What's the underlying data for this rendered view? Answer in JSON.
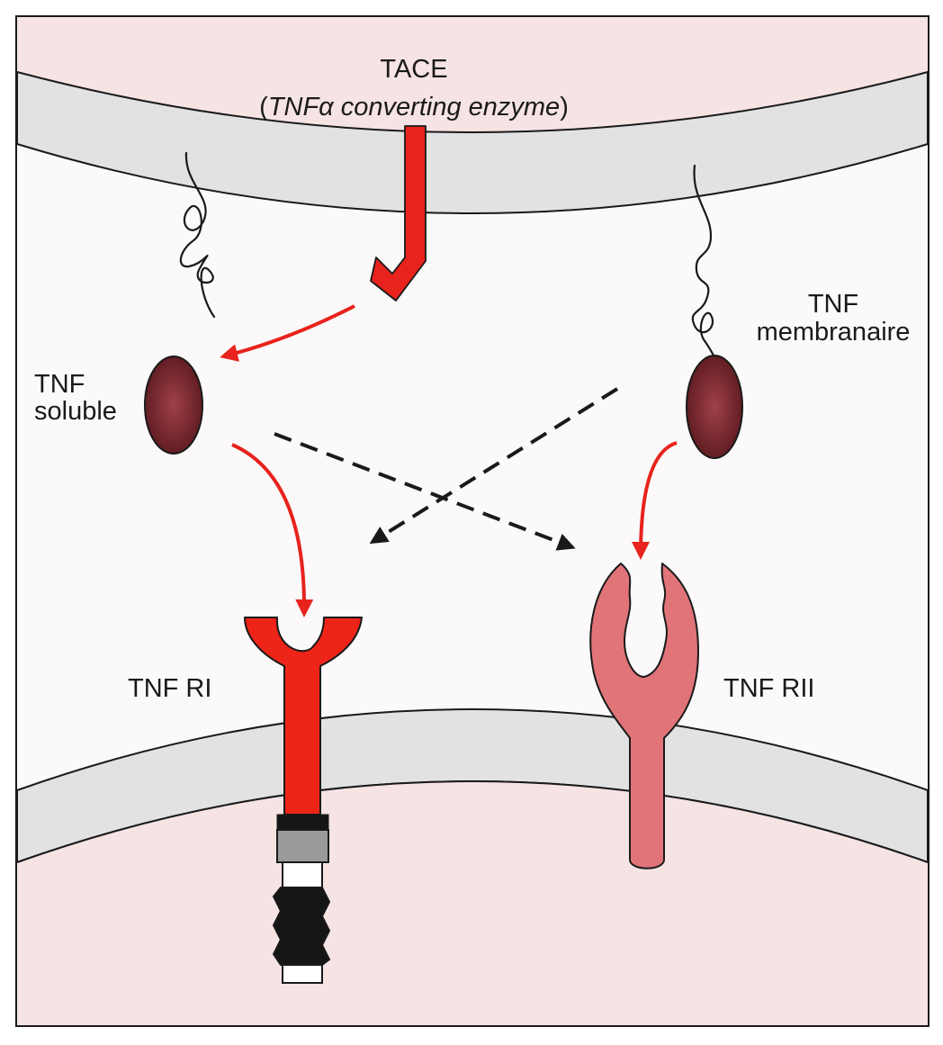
{
  "labels": {
    "tace_title": "TACE",
    "tace_paren_open": "(",
    "tace_subtitle": "TNFα converting enzyme",
    "tace_paren_close": ")",
    "tnf_soluble_line1": "TNF",
    "tnf_soluble_line2": "soluble",
    "tnf_membrane_line1": "TNF",
    "tnf_membrane_line2": "membranaire",
    "tnf_ri": "TNF RI",
    "tnf_rii": "TNF RII"
  },
  "colors": {
    "cell_fill": "#f6e3e4",
    "membrane_fill": "#e2e2e2",
    "extracellular": "#fbf9f9",
    "tace_red": "#e8221c",
    "receptor_ri": "#ee2419",
    "receptor_rii": "#e07478",
    "tnf_ligand": "#7a2a30",
    "arrow_red": "#e8221c",
    "arrow_dashed": "#1a1a1a",
    "outline": "#1a1a1a"
  },
  "icons": {
    "tace": "tace-enzyme-shape",
    "tnf_soluble": "tnf-soluble-oval",
    "tnf_membrane": "tnf-membrane-oval",
    "receptor_ri": "tnf-ri-receptor",
    "receptor_rii": "tnf-rii-receptor"
  }
}
